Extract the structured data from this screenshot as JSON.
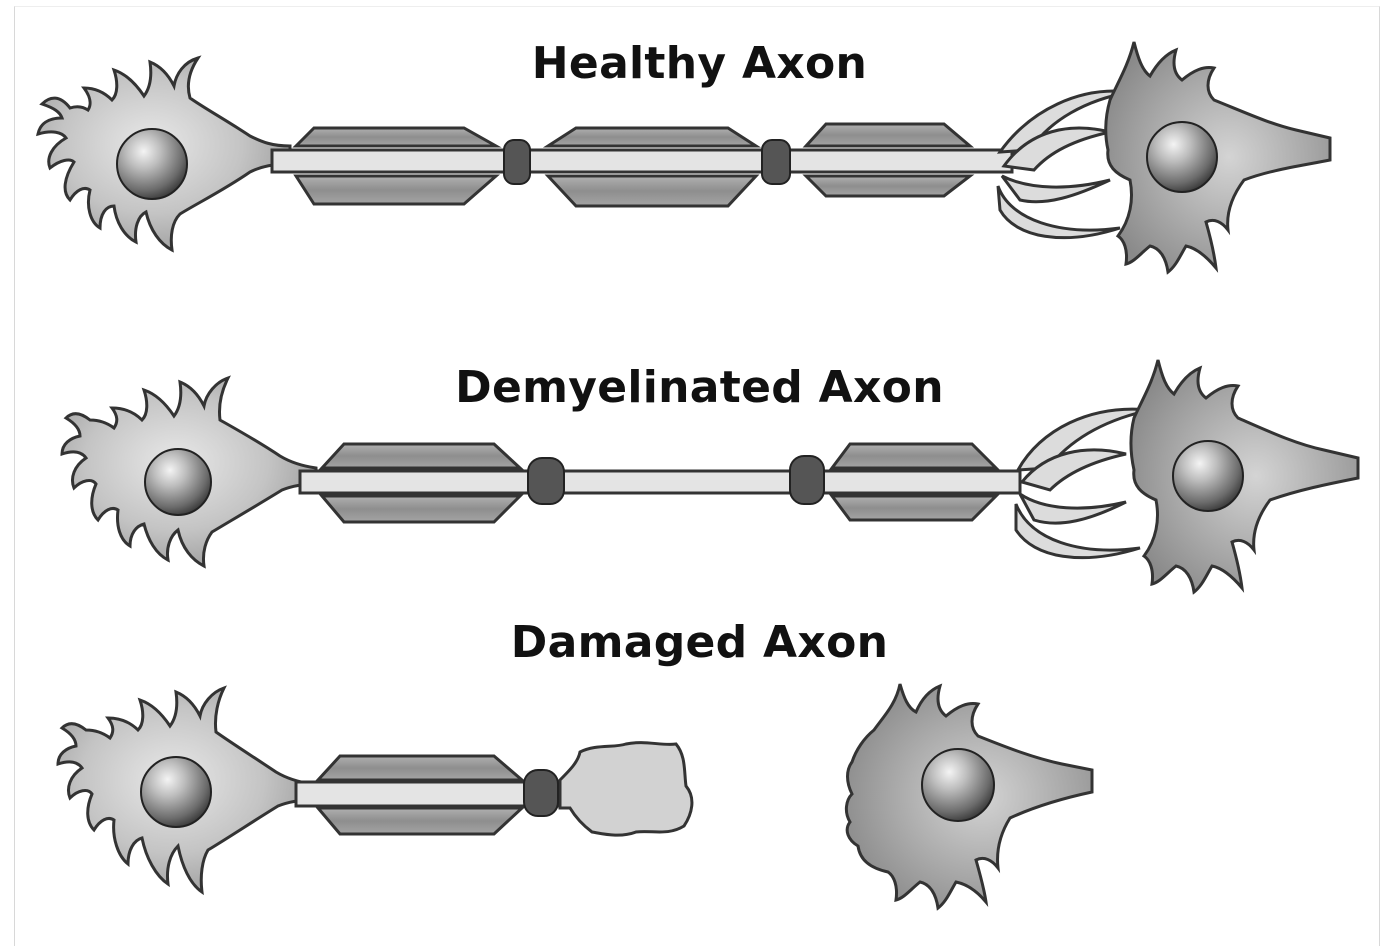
{
  "figure": {
    "panels": [
      {
        "id": "healthy",
        "title": "Healthy Axon"
      },
      {
        "id": "demyelinated",
        "title": "Demyelinated Axon"
      },
      {
        "id": "damaged",
        "title": "Damaged Axon"
      }
    ]
  },
  "colors": {
    "outline": "#222222",
    "cell_light": "#dcdcdc",
    "cell_mid": "#a9a9a9",
    "myelin": "#9a9a9a",
    "axon": "#e2e2e2",
    "nucleus_dark": "#555555",
    "nucleus_light": "#d6d6d6"
  }
}
